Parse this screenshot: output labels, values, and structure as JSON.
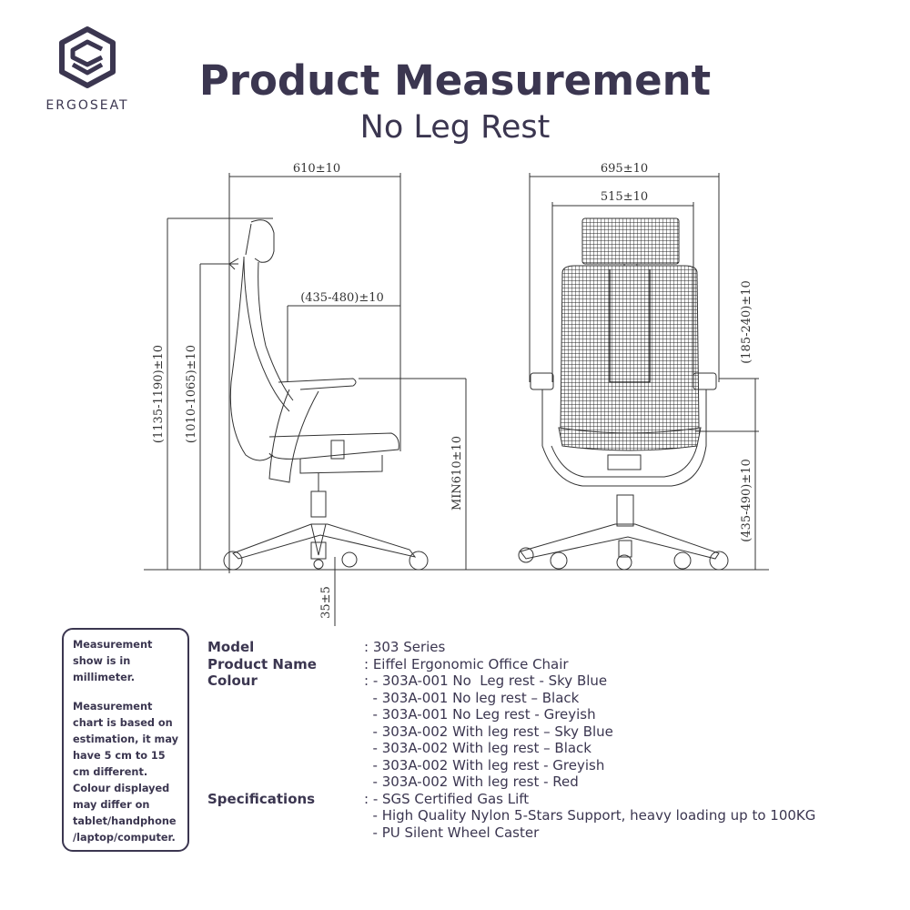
{
  "brand": {
    "logo_text": "ERGOSEAT",
    "logo_icon": "hexagon-logo-icon"
  },
  "title": "Product Measurement",
  "subtitle": "No Leg Rest",
  "dimensions": {
    "side_depth": "610±10",
    "side_seat_depth": "(435-480)±10",
    "side_total_height": "(1135-1190)±10",
    "side_back_height": "(1010-1065)±10",
    "side_seat_min": "MIN610±10",
    "side_caster": "35±5",
    "front_width": "695±10",
    "front_back_width": "515±10",
    "front_arm_height": "(185-240)±10",
    "front_seat_height": "(435-490)±10"
  },
  "note": {
    "para1": "Measurement show is in millimeter.",
    "para2": "Measurement chart is based on estimation, it may have 5 cm to 15 cm different. Colour displayed may differ on tablet/handphone /laptop/computer."
  },
  "specs": {
    "model_label": "Model",
    "model_value": ": 303 Series",
    "name_label": "Product Name",
    "name_value": ": Eiffel Ergonomic Office Chair",
    "colour_label": "Colour",
    "colour_values": [
      ": - 303A-001 No  Leg rest - Sky Blue",
      "  - 303A-001 No leg rest – Black",
      "  - 303A-001 No Leg rest - Greyish",
      "  - 303A-002 With leg rest – Sky Blue",
      "  - 303A-002 With leg rest – Black",
      "  - 303A-002 With leg rest - Greyish",
      "  - 303A-002 With leg rest - Red"
    ],
    "spec_label": "Specifications",
    "spec_values": [
      ": - SGS Certified Gas Lift",
      "  - High Quality Nylon 5-Stars Support, heavy loading up to 100KG",
      "  - PU Silent Wheel Caster"
    ]
  }
}
